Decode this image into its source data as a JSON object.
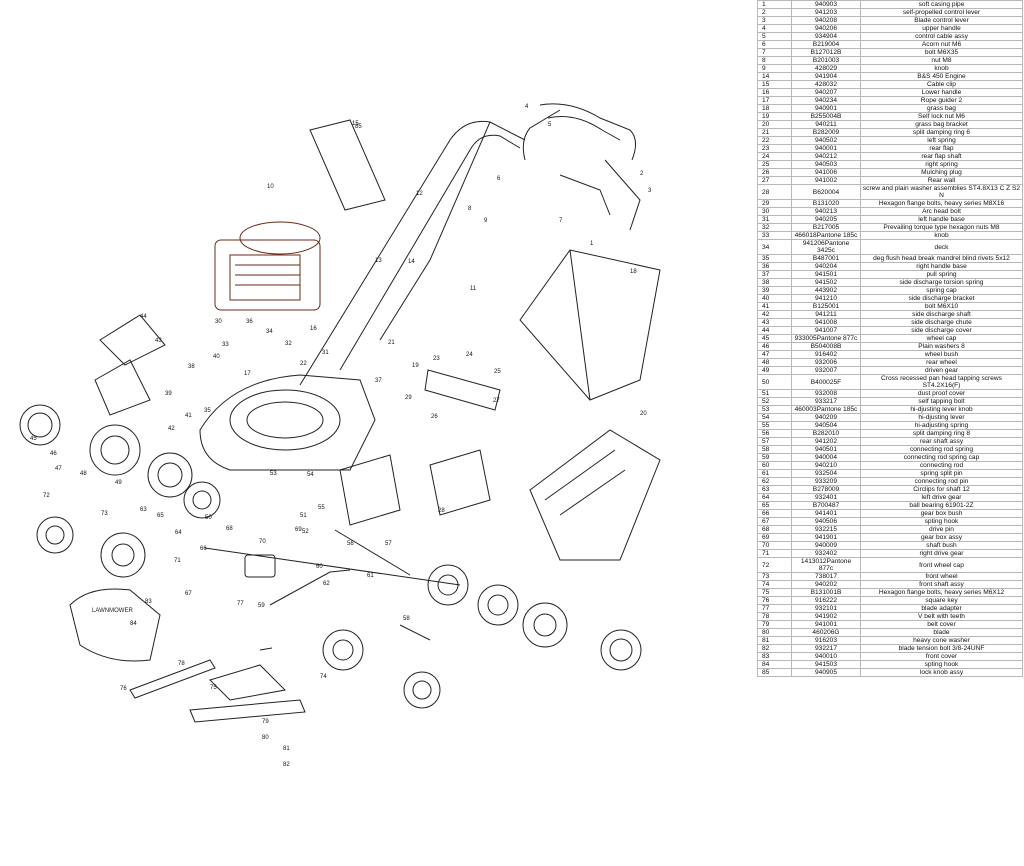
{
  "diagram": {
    "brand_label": "LAWNMOWER",
    "callouts": [
      "1",
      "2",
      "3",
      "4",
      "5",
      "6",
      "7",
      "8",
      "9",
      "10",
      "11",
      "12",
      "13",
      "14",
      "15",
      "16",
      "17",
      "18",
      "19",
      "20",
      "21",
      "22",
      "23",
      "24",
      "25",
      "26",
      "27",
      "28",
      "29",
      "30",
      "31",
      "32",
      "33",
      "34",
      "35",
      "36",
      "37",
      "38",
      "39",
      "40",
      "41",
      "42",
      "43",
      "44",
      "45",
      "46",
      "47",
      "48",
      "49",
      "50",
      "51",
      "52",
      "53",
      "54",
      "55",
      "56",
      "57",
      "58",
      "59",
      "60",
      "61",
      "62",
      "63",
      "64",
      "65",
      "66",
      "67",
      "68",
      "69",
      "70",
      "71",
      "72",
      "73",
      "74",
      "75",
      "76",
      "77",
      "78",
      "79",
      "80",
      "81",
      "82",
      "83",
      "84",
      "85"
    ]
  },
  "parts_table": {
    "rows": [
      {
        "num": "1",
        "code": "940903",
        "desc": "soft casing pipe"
      },
      {
        "num": "2",
        "code": "941203",
        "desc": "self-propelled control lever"
      },
      {
        "num": "3",
        "code": "940208",
        "desc": "Blade control lever"
      },
      {
        "num": "4",
        "code": "940206",
        "desc": "upper handle"
      },
      {
        "num": "5",
        "code": "934904",
        "desc": "control cable assy"
      },
      {
        "num": "6",
        "code": "B219004",
        "desc": "Acorn nut M6"
      },
      {
        "num": "7",
        "code": "B127012B",
        "desc": "bolt M6X35"
      },
      {
        "num": "8",
        "code": "B201003",
        "desc": "nut M8"
      },
      {
        "num": "9",
        "code": "428029",
        "desc": "knob"
      },
      {
        "num": "14",
        "code": "941904",
        "desc": "B&S 450 Engine"
      },
      {
        "num": "15",
        "code": "428032",
        "desc": "Cable clip"
      },
      {
        "num": "16",
        "code": "940207",
        "desc": "Lower handle"
      },
      {
        "num": "17",
        "code": "940234",
        "desc": "Rope guider 2"
      },
      {
        "num": "18",
        "code": "940901",
        "desc": "grass bag"
      },
      {
        "num": "19",
        "code": "B255004B",
        "desc": "Self lock nut M6"
      },
      {
        "num": "20",
        "code": "940211",
        "desc": "grass bag bracket"
      },
      {
        "num": "21",
        "code": "B282009",
        "desc": "split damping ring 6"
      },
      {
        "num": "22",
        "code": "940502",
        "desc": "left spring"
      },
      {
        "num": "23",
        "code": "940001",
        "desc": "rear flap"
      },
      {
        "num": "24",
        "code": "940212",
        "desc": "rear flap shaft"
      },
      {
        "num": "25",
        "code": "940503",
        "desc": "right spring"
      },
      {
        "num": "26",
        "code": "941006",
        "desc": "Mulching plug"
      },
      {
        "num": "27",
        "code": "941002",
        "desc": "Rear wall"
      },
      {
        "num": "28",
        "code": "B620004",
        "desc": "screw and plain washer assemblies ST4.8X13 C Z S2 N"
      },
      {
        "num": "29",
        "code": "B131020",
        "desc": "Hexagon flange bolts, heavy series  M8X16"
      },
      {
        "num": "30",
        "code": "940213",
        "desc": "Arc head bolt"
      },
      {
        "num": "31",
        "code": "940205",
        "desc": "left handle base"
      },
      {
        "num": "32",
        "code": "B217005",
        "desc": "Prevailing torque type hexagon nuts M8"
      },
      {
        "num": "33",
        "code": "466018Pantone 185c",
        "desc": "knob"
      },
      {
        "num": "34",
        "code": "941206Pantone 3425c",
        "desc": "deck"
      },
      {
        "num": "35",
        "code": "B487001",
        "desc": "deg flush head break mandrel blind rivets 5x12"
      },
      {
        "num": "36",
        "code": "940204",
        "desc": "right handle base"
      },
      {
        "num": "37",
        "code": "941501",
        "desc": "pull spring"
      },
      {
        "num": "38",
        "code": "941502",
        "desc": "side discharge torsion spring"
      },
      {
        "num": "39",
        "code": "443902",
        "desc": "spring cap"
      },
      {
        "num": "40",
        "code": "941210",
        "desc": "side discharge bracket"
      },
      {
        "num": "41",
        "code": "B125001",
        "desc": "bolt M6X10"
      },
      {
        "num": "42",
        "code": "941211",
        "desc": "side discharge shaft"
      },
      {
        "num": "43",
        "code": "941008",
        "desc": "side discharge chute"
      },
      {
        "num": "44",
        "code": "941007",
        "desc": "side discharge cover"
      },
      {
        "num": "45",
        "code": "933005Pantone 877c",
        "desc": "wheel cap"
      },
      {
        "num": "46",
        "code": "B504008B",
        "desc": "Plain washers 8"
      },
      {
        "num": "47",
        "code": "916402",
        "desc": "wheel bush"
      },
      {
        "num": "48",
        "code": "932006",
        "desc": "rear wheel"
      },
      {
        "num": "49",
        "code": "932007",
        "desc": "driven gear"
      },
      {
        "num": "50",
        "code": "B400025F",
        "desc": "Cross recessed pan head tapping screws ST4.2X16(F)"
      },
      {
        "num": "51",
        "code": "932008",
        "desc": "dust proof cover"
      },
      {
        "num": "52",
        "code": "933217",
        "desc": "self tapping bolt"
      },
      {
        "num": "53",
        "code": "460003Pantone 185c",
        "desc": "hi-djusting lever knob"
      },
      {
        "num": "54",
        "code": "940209",
        "desc": "hi-djusting lever"
      },
      {
        "num": "55",
        "code": "940504",
        "desc": "hi-adjusting spring"
      },
      {
        "num": "56",
        "code": "B282010",
        "desc": "split damping ring 8"
      },
      {
        "num": "57",
        "code": "941202",
        "desc": "rear shaft assy"
      },
      {
        "num": "58",
        "code": "940501",
        "desc": "connecting rod spring"
      },
      {
        "num": "59",
        "code": "940004",
        "desc": "connecting rod spring cap"
      },
      {
        "num": "60",
        "code": "940210",
        "desc": "connecting rod"
      },
      {
        "num": "61",
        "code": "932504",
        "desc": "spring split pin"
      },
      {
        "num": "62",
        "code": "933209",
        "desc": "connecting rod pin"
      },
      {
        "num": "63",
        "code": "B278009",
        "desc": "Circlips for shaft 12"
      },
      {
        "num": "64",
        "code": "932401",
        "desc": "left drive gear"
      },
      {
        "num": "65",
        "code": "B700487",
        "desc": "ball bearing 61901-2Z"
      },
      {
        "num": "66",
        "code": "941401",
        "desc": "gear box  bush"
      },
      {
        "num": "67",
        "code": "940506",
        "desc": "spting hook"
      },
      {
        "num": "68",
        "code": "932215",
        "desc": "drive pin"
      },
      {
        "num": "69",
        "code": "941901",
        "desc": "gear box assy"
      },
      {
        "num": "70",
        "code": "940009",
        "desc": "shaft bush"
      },
      {
        "num": "71",
        "code": "932402",
        "desc": "right drive gear"
      },
      {
        "num": "72",
        "code": "1413012Pantone 877c",
        "desc": "front wheel cap"
      },
      {
        "num": "73",
        "code": "738017",
        "desc": "front wheel"
      },
      {
        "num": "74",
        "code": "940202",
        "desc": "front shaft assy"
      },
      {
        "num": "75",
        "code": "B131001B",
        "desc": "Hexagon flange bolts, heavy series  M6X12"
      },
      {
        "num": "76",
        "code": "916222",
        "desc": "square key"
      },
      {
        "num": "77",
        "code": "932101",
        "desc": "blade adapter"
      },
      {
        "num": "78",
        "code": "941902",
        "desc": "V  belt with teeth"
      },
      {
        "num": "79",
        "code": "941001",
        "desc": "belt cover"
      },
      {
        "num": "80",
        "code": "460206G",
        "desc": "blade"
      },
      {
        "num": "81",
        "code": "916203",
        "desc": "heavy cone washer"
      },
      {
        "num": "82",
        "code": "932217",
        "desc": "blade tension bolt  3/8-24UNF"
      },
      {
        "num": "83",
        "code": "940010",
        "desc": "front cover"
      },
      {
        "num": "84",
        "code": "941503",
        "desc": "spting hook"
      },
      {
        "num": "85",
        "code": "940905",
        "desc": "lock knob assy"
      }
    ]
  }
}
